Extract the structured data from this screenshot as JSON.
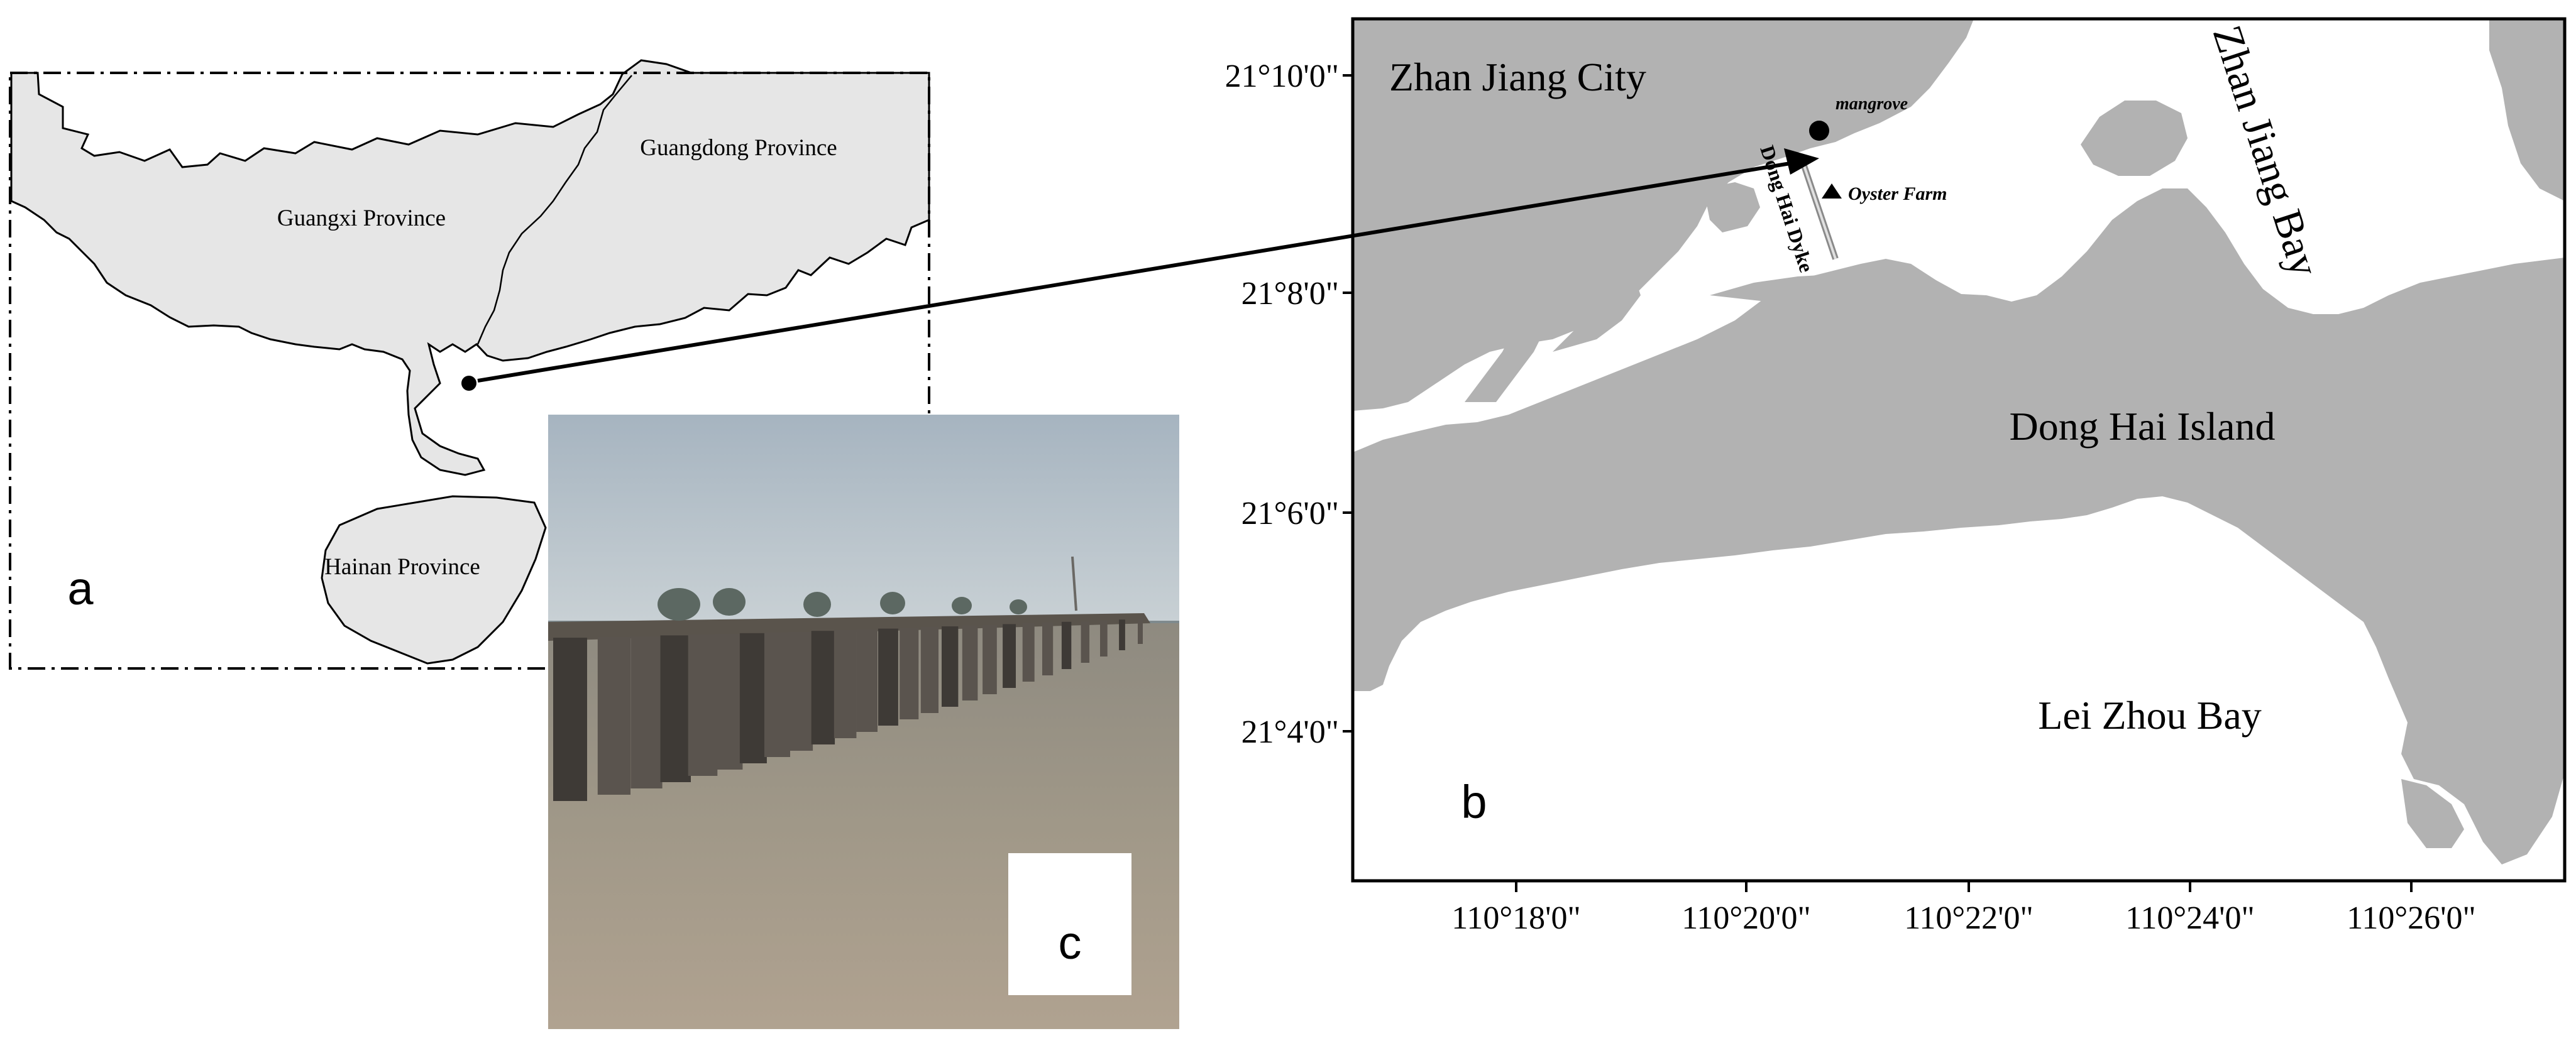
{
  "panels": {
    "a": {
      "label": "a",
      "regions": [
        {
          "name": "guangdong",
          "label": "Guangdong Province"
        },
        {
          "name": "guangxi",
          "label": "Guangxi Province"
        },
        {
          "name": "hainan",
          "label": "Hainan Province"
        }
      ]
    },
    "b": {
      "label": "b",
      "place_labels": [
        {
          "name": "zhanjiang-city",
          "label": "Zhan Jiang City"
        },
        {
          "name": "zhanjiang-bay",
          "label": "Zhan Jiang Bay"
        },
        {
          "name": "donghai-island",
          "label": "Dong Hai Island"
        },
        {
          "name": "leizhou-bay",
          "label": "Lei Zhou Bay"
        },
        {
          "name": "donghai-dyke",
          "label": "Dong Hai Dyke"
        },
        {
          "name": "mangrove",
          "label": "mangrove"
        },
        {
          "name": "oyster-farm",
          "label": "Oyster Farm"
        }
      ],
      "lat_ticks": [
        "21°10'0\"",
        "21°8'0\"",
        "21°6'0\"",
        "21°4'0\""
      ],
      "lon_ticks": [
        "110°18'0\"",
        "110°20'0\"",
        "110°22'0\"",
        "110°24'0\"",
        "110°26'0\""
      ]
    },
    "c": {
      "label": "c"
    }
  },
  "colors": {
    "land_a": "#e6e6e6",
    "land_b": "#b2b2b2",
    "sky": "#b8c4cc",
    "water": "#9a9386",
    "pier": "#4a4540"
  }
}
